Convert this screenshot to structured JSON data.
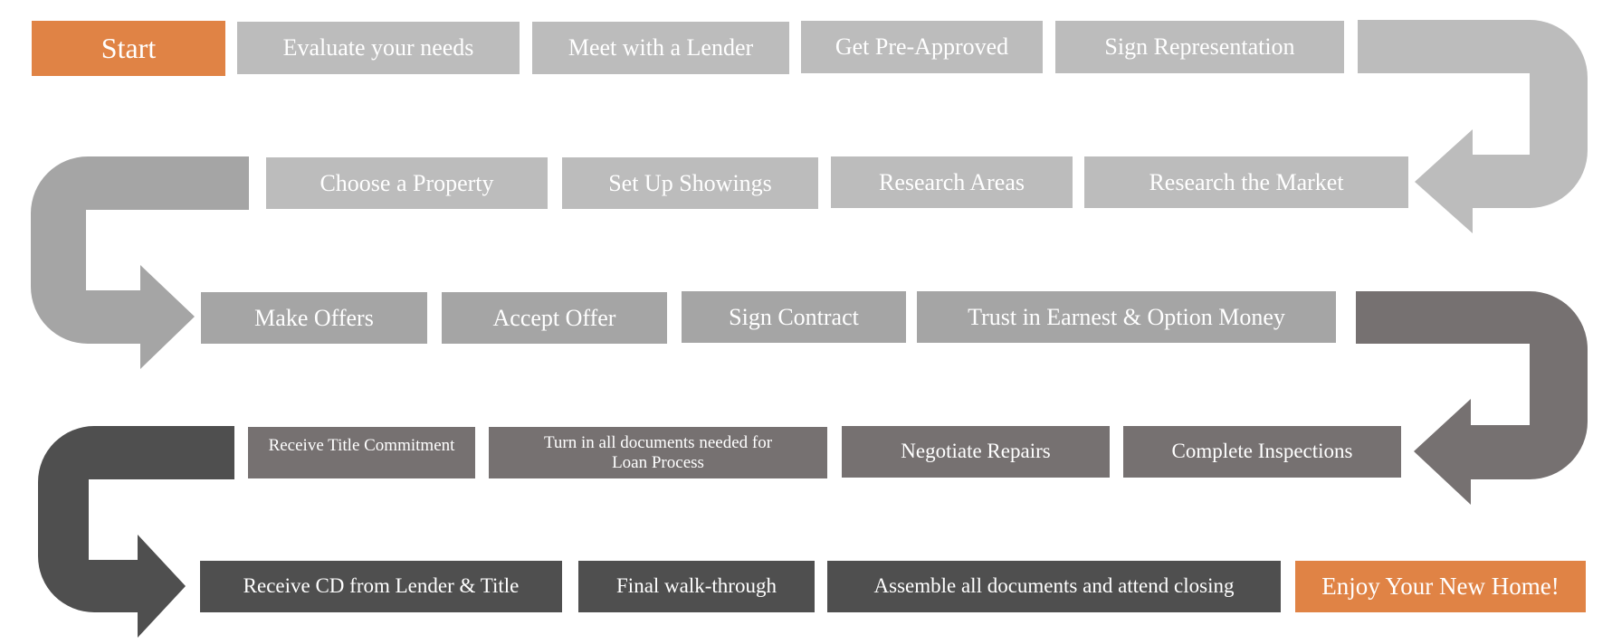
{
  "colors": {
    "orange": "#e08345",
    "row1": "#bcbcbc",
    "row2": "#a5a5a5",
    "row3": "#767171",
    "row4": "#4f4f4f"
  },
  "steps": {
    "start": "Start",
    "evaluate_needs": "Evaluate your needs",
    "meet_lender": "Meet with a Lender",
    "get_preapproved": "Get Pre-Approved",
    "sign_representation": "Sign Representation",
    "research_market": "Research the Market",
    "research_areas": "Research Areas",
    "set_up_showings": "Set Up Showings",
    "choose_property": "Choose a Property",
    "make_offers": "Make Offers",
    "accept_offer": "Accept Offer",
    "sign_contract": "Sign Contract",
    "trust_money": "Trust in Earnest & Option Money",
    "complete_inspections": "Complete Inspections",
    "negotiate_repairs": "Negotiate Repairs",
    "turn_in_documents": "Turn in all documents needed for Loan Process",
    "receive_title": "Receive Title Commitment",
    "receive_cd": "Receive CD from Lender & Title",
    "final_walkthrough": "Final walk-through",
    "assemble_documents": "Assemble all documents and attend closing",
    "enjoy_home": "Enjoy Your New Home!"
  }
}
